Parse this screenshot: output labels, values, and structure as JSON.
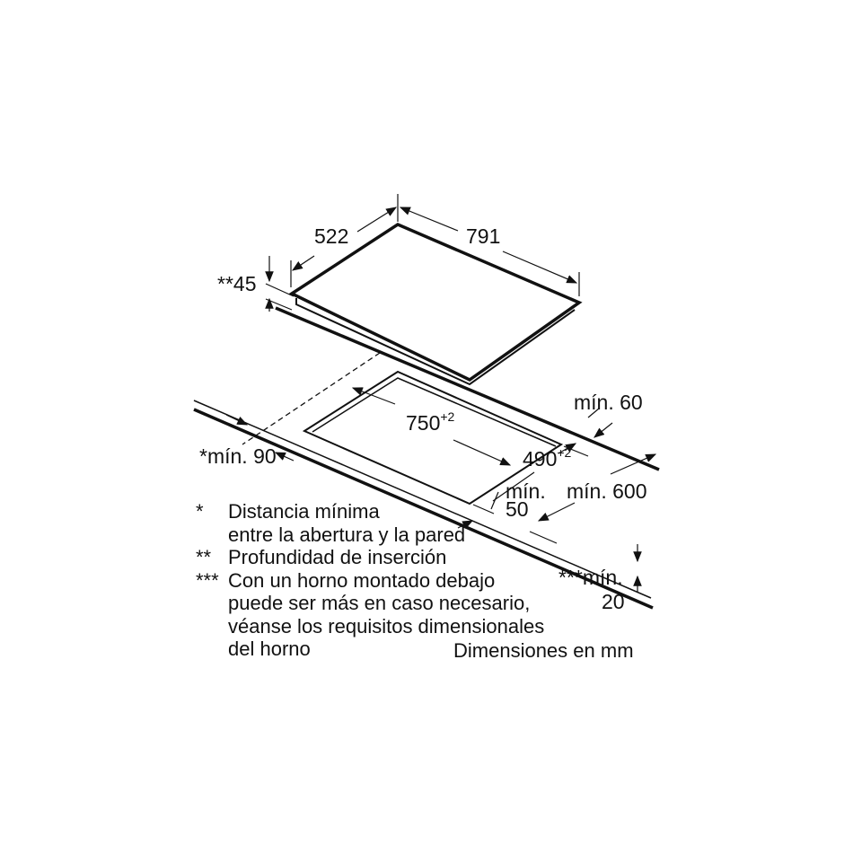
{
  "dimensions": {
    "hob_depth": "522",
    "hob_width": "791",
    "insertion_depth": "**45",
    "cutout_width": "750",
    "cutout_width_tol": "+2",
    "cutout_depth": "490",
    "cutout_depth_tol": "+2",
    "min_back": "mín. 60",
    "min_wall": "*mín. 90",
    "min_front_1": "mín.",
    "min_front_2": "50",
    "min_counter": "mín. 600",
    "min_thickness_1": "***mín.",
    "min_thickness_2": "20"
  },
  "legend": [
    {
      "mark": "*",
      "lines": [
        "Distancia mínima",
        "entre la abertura y la pared"
      ]
    },
    {
      "mark": "**",
      "lines": [
        "Profundidad de inserción"
      ]
    },
    {
      "mark": "***",
      "lines": [
        "Con un horno montado debajo",
        "puede ser más en caso necesario,",
        "véanse los requisitos dimensionales",
        "del horno"
      ]
    }
  ],
  "units_note": "Dimensiones en mm"
}
